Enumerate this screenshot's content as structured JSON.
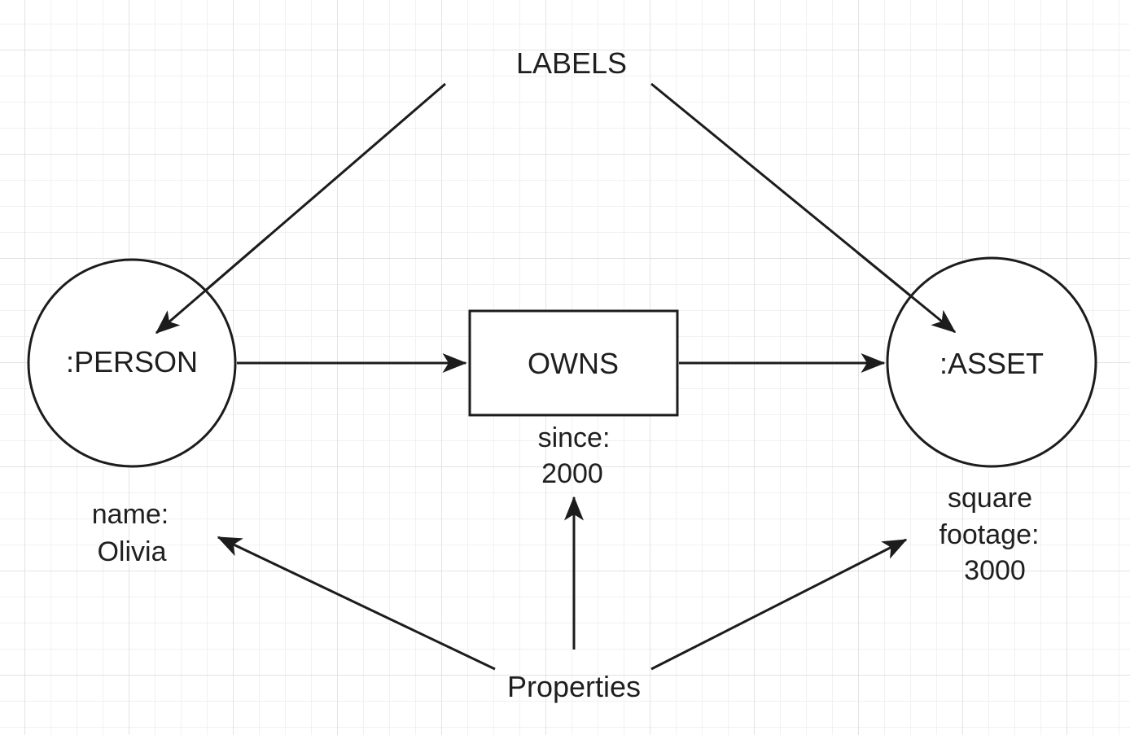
{
  "diagram": {
    "annotations": {
      "labels_title": "LABELS",
      "properties_title": "Properties"
    },
    "nodes": {
      "person": {
        "label": ":PERSON"
      },
      "asset": {
        "label": ":ASSET"
      }
    },
    "relationship": {
      "label": "OWNS"
    },
    "properties": {
      "person": {
        "line1": "name:",
        "line2": "Olivia"
      },
      "relationship": {
        "line1": "since:",
        "line2": "2000"
      },
      "asset": {
        "line1": "square",
        "line2": "footage:",
        "line3": "3000"
      }
    },
    "colors": {
      "stroke": "#1c1c1c",
      "text": "#1f1f1f",
      "background": "#ffffff",
      "grid_minor": "#f1f1f3",
      "grid_major": "#e3e3e6"
    }
  }
}
